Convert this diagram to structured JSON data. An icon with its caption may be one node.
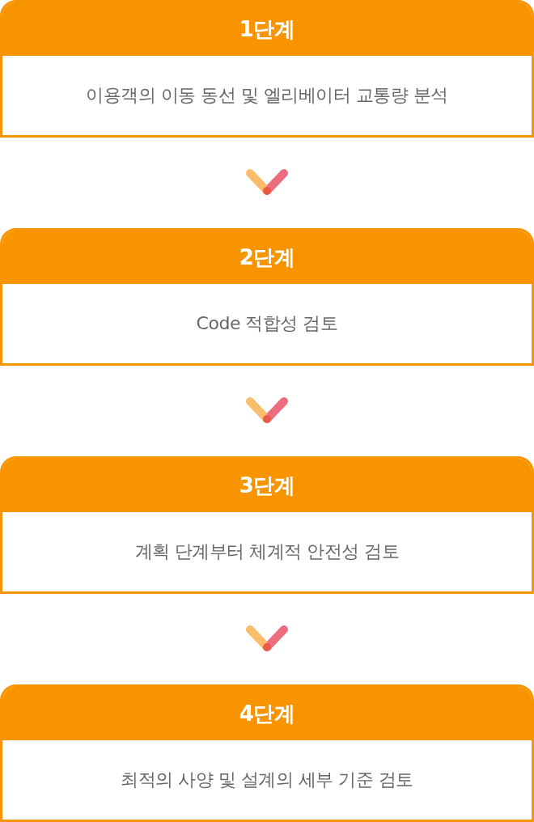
{
  "diagram": {
    "nodes": [
      {
        "text": [
          "1단계",
          "이용객의 이동 동선 및 엘리베이터 교통량 분석"
        ]
      },
      {
        "text": [
          "2단계",
          "Code 적합성 검토"
        ]
      },
      {
        "text": [
          "3단계",
          "계획 단계부터 체계적 안전성 검토"
        ]
      },
      {
        "text": [
          "4단계",
          "최적의 사양 및 설계의 세부 기준 검토"
        ]
      }
    ],
    "edges": [
      {
        "from": 0,
        "to": 1,
        "arrow": "to"
      },
      {
        "from": 1,
        "to": 2,
        "arrow": "to"
      },
      {
        "from": 2,
        "to": 3,
        "arrow": "to"
      }
    ]
  }
}
